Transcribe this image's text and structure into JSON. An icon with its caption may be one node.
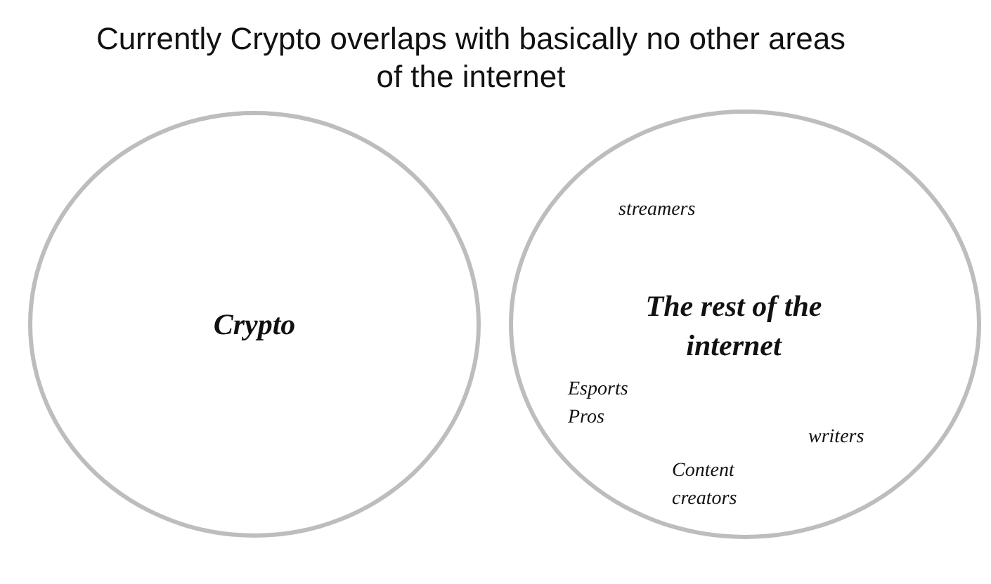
{
  "diagram": {
    "title": "Currently Crypto overlaps with basically no other areas of the internet",
    "nodes": [
      {
        "text": [
          "Crypto"
        ]
      },
      {
        "text": [
          "The rest of the internet",
          "streamers",
          "Esports Pros",
          "writers",
          "Content creators"
        ]
      }
    ]
  }
}
